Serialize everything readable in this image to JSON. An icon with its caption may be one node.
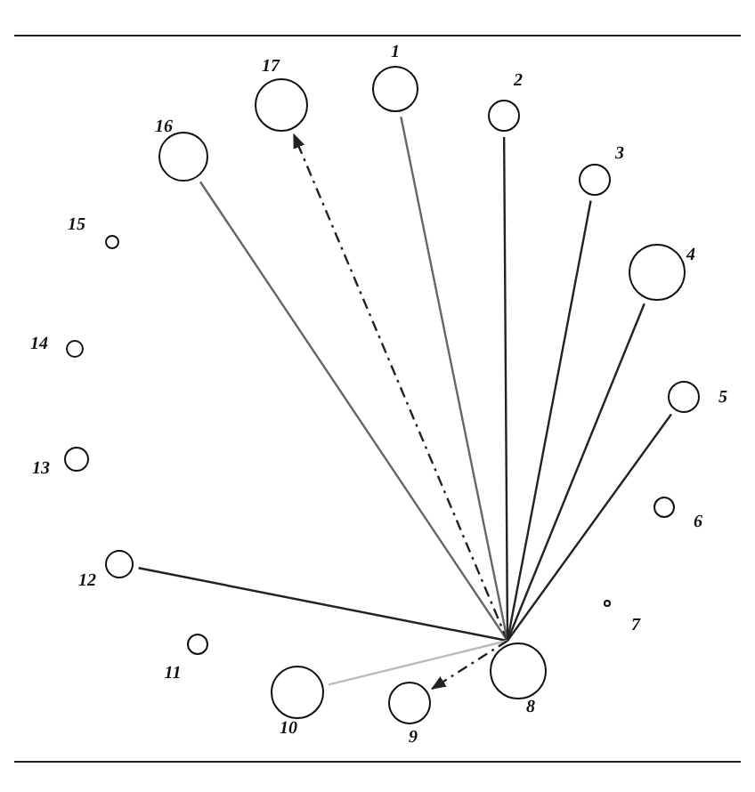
{
  "diagram": {
    "nodes": [
      {
        "text": [],
        "shape": "circle",
        "beside": [
          "1"
        ]
      },
      {
        "text": [],
        "shape": "circle",
        "beside": [
          "2"
        ]
      },
      {
        "text": [],
        "shape": "circle",
        "beside": [
          "3"
        ]
      },
      {
        "text": [],
        "shape": "circle",
        "beside": [
          "4"
        ]
      },
      {
        "text": [],
        "shape": "circle",
        "beside": [
          "5"
        ]
      },
      {
        "text": [],
        "shape": "circle",
        "beside": [
          "6"
        ]
      },
      {
        "text": [],
        "shape": "circle",
        "beside": [
          "7"
        ]
      },
      {
        "text": [],
        "shape": "circle",
        "beside": [
          "8"
        ]
      },
      {
        "text": [],
        "shape": "circle",
        "beside": [
          "9"
        ]
      },
      {
        "text": [],
        "shape": "circle",
        "beside": [
          "10"
        ]
      },
      {
        "text": [],
        "shape": "circle",
        "beside": [
          "11"
        ]
      },
      {
        "text": [],
        "shape": "circle",
        "beside": [
          "12"
        ]
      },
      {
        "text": [],
        "shape": "circle",
        "beside": [
          "13"
        ]
      },
      {
        "text": [],
        "shape": "circle",
        "beside": [
          "14"
        ]
      },
      {
        "text": [],
        "shape": "circle",
        "beside": [
          "15"
        ]
      },
      {
        "text": [],
        "shape": "circle",
        "beside": [
          "16"
        ]
      },
      {
        "text": [],
        "shape": "circle",
        "beside": [
          "17"
        ]
      }
    ],
    "edges": [
      {
        "from": 7,
        "to": 15,
        "arrow": "none",
        "color": "#666666"
      },
      {
        "from": 7,
        "to": 16,
        "arrow": "to",
        "style": "dashed"
      },
      {
        "from": 7,
        "to": 0,
        "arrow": "none",
        "color": "#666666"
      },
      {
        "from": 7,
        "to": 1,
        "arrow": "none"
      },
      {
        "from": 7,
        "to": 2,
        "arrow": "none"
      },
      {
        "from": 7,
        "to": 3,
        "arrow": "none"
      },
      {
        "from": 7,
        "to": 4,
        "arrow": "none"
      },
      {
        "from": 7,
        "to": 11,
        "arrow": "none"
      },
      {
        "from": 7,
        "to": 9,
        "arrow": "none",
        "color": "#bbbbbb"
      },
      {
        "from": 7,
        "to": 8,
        "arrow": "to",
        "style": "dashed"
      }
    ]
  }
}
